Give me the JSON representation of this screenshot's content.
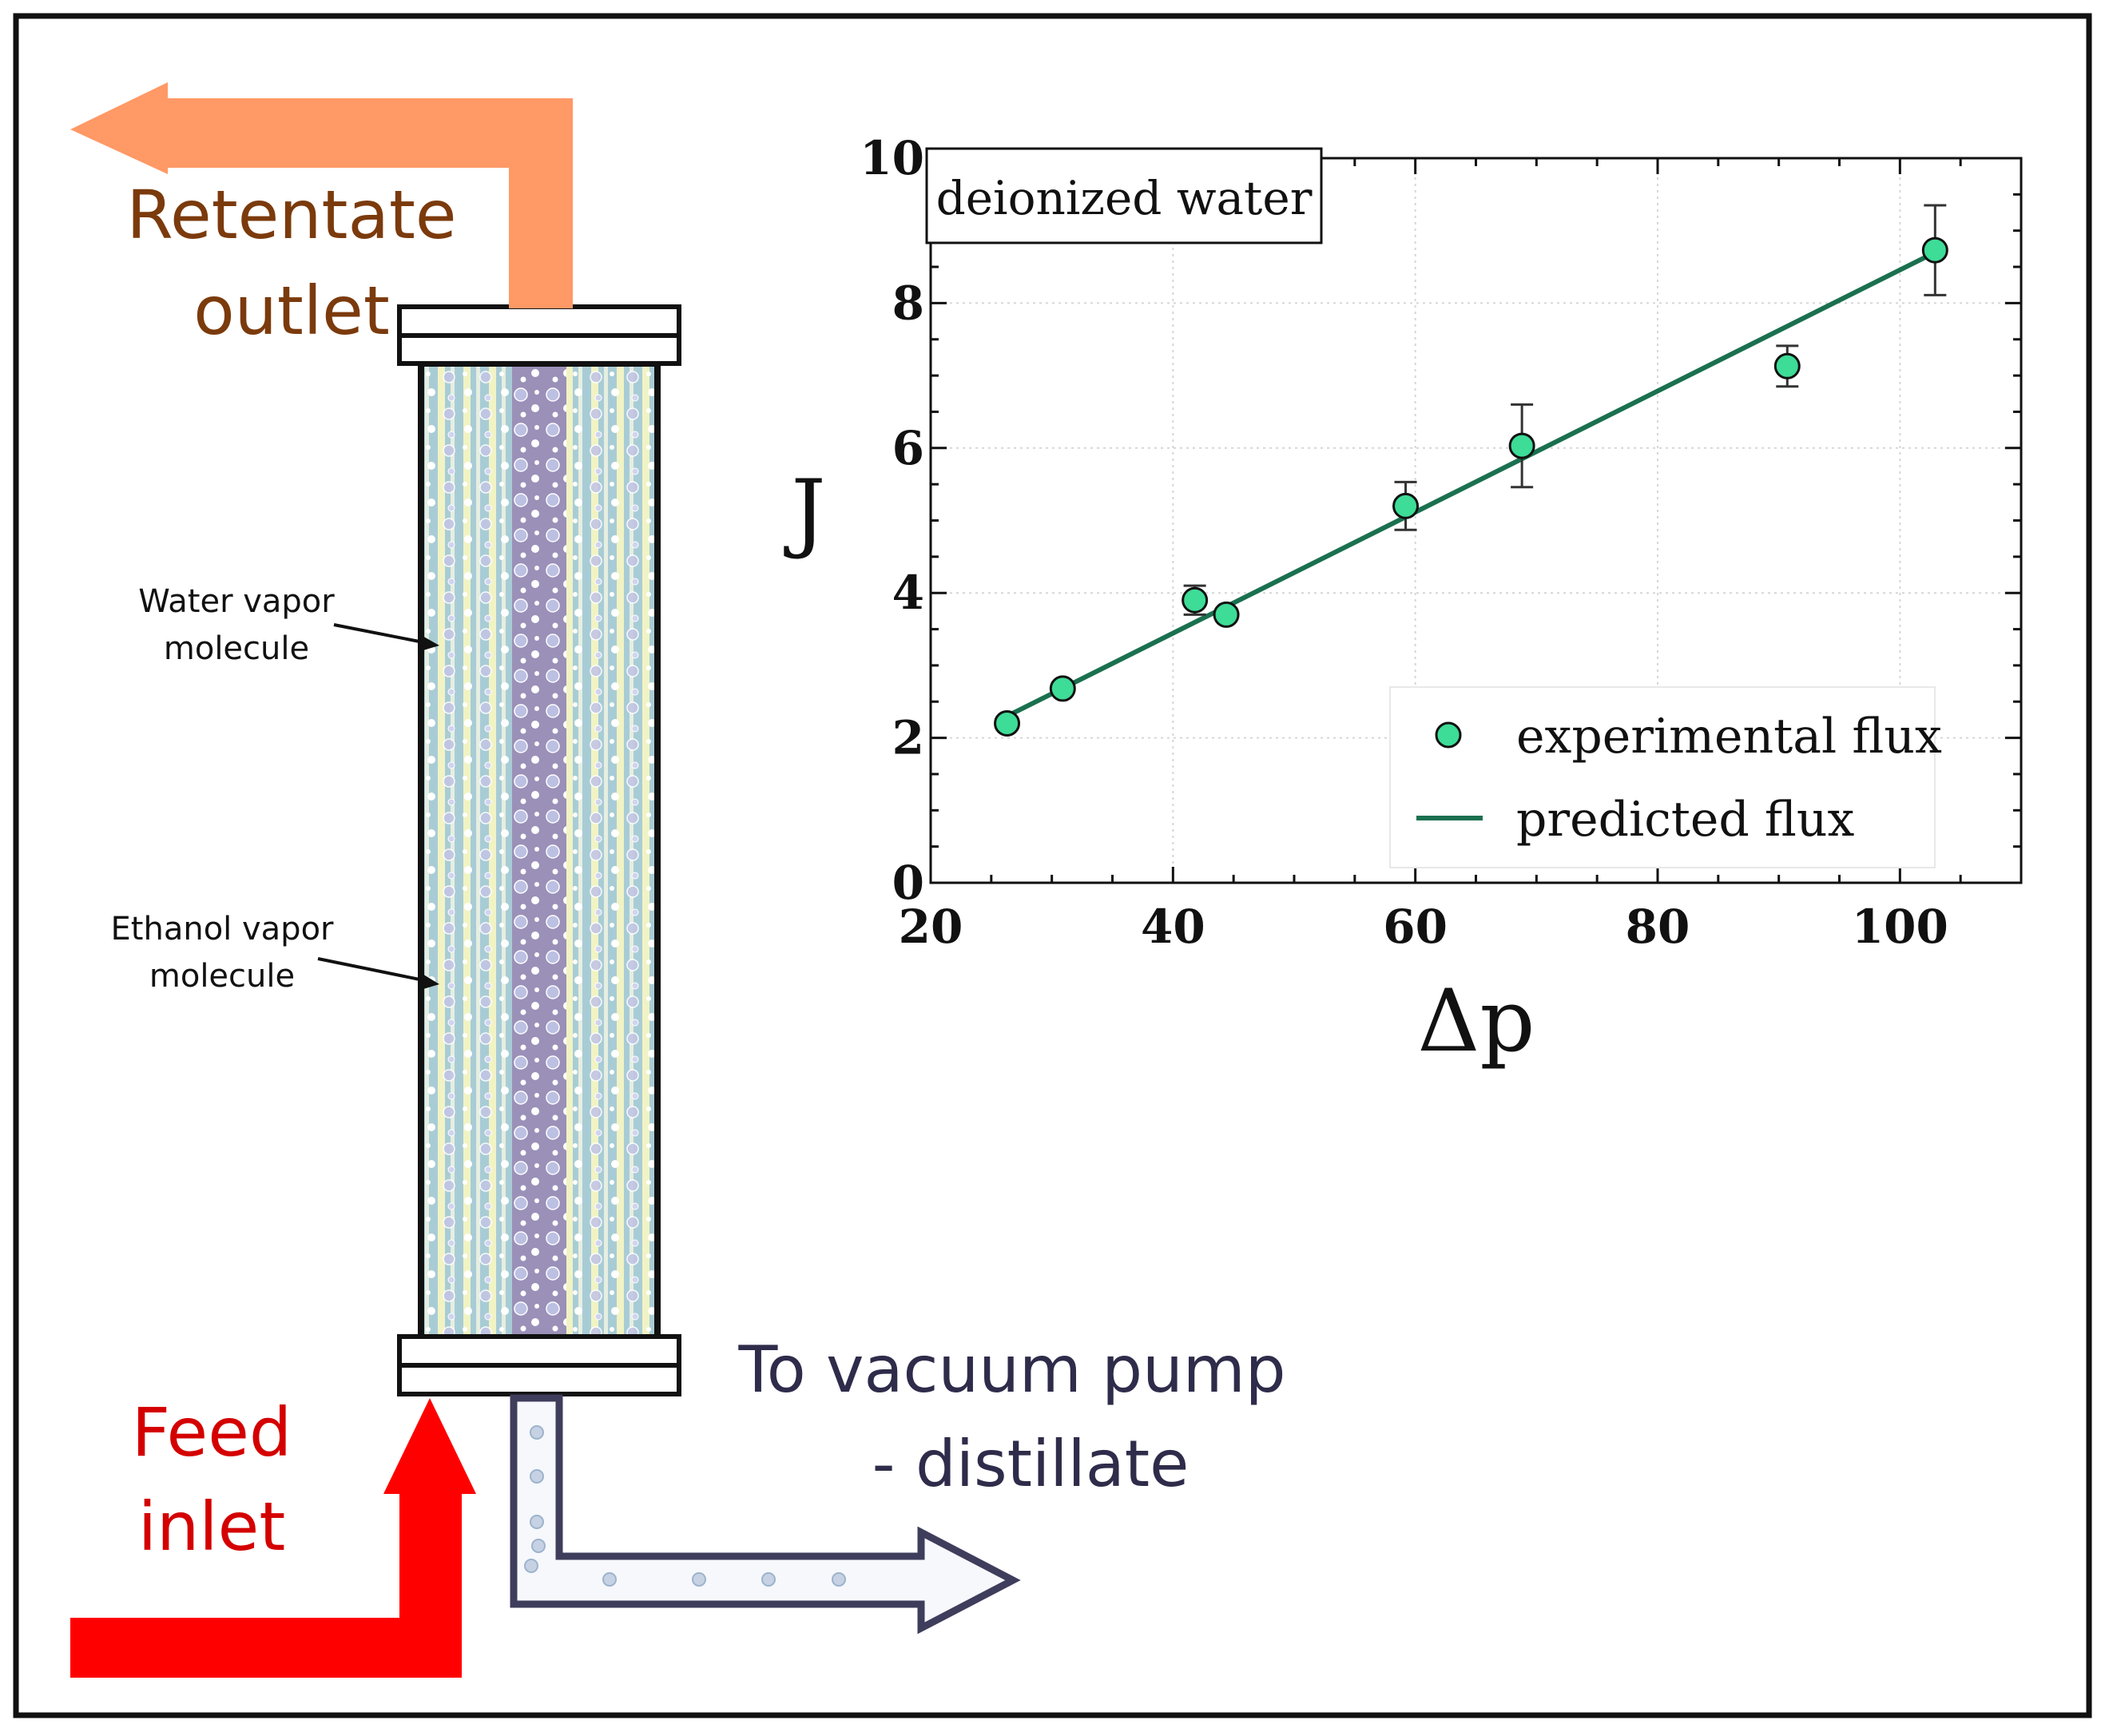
{
  "labels": {
    "retentate_line1": "Retentate",
    "retentate_line2": "outlet",
    "water_line1": "Water vapor",
    "water_line2": "molecule",
    "ethanol_line1": "Ethanol vapor",
    "ethanol_line2": "molecule",
    "feed_line1": "Feed",
    "feed_line2": "inlet",
    "vacuum_line1": "To vacuum pump",
    "vacuum_line2": "- distillate"
  },
  "colors": {
    "retentate_arrow": "#FF9966",
    "retentate_text": "#7B3A0C",
    "feed_arrow": "#FF0000",
    "feed_text": "#D40000",
    "vacuum_arrow": "#3F3D5C",
    "vacuum_text": "#2E2C4A",
    "column_fill": "#A8CCD6",
    "column_stripe": "#F1F3C4",
    "core_fill": "#9A90B8",
    "marker_fill": "#3DDC97",
    "fit_line": "#1A7050"
  },
  "icons": {
    "retentate": "retentate-arrow-icon",
    "feed": "feed-arrow-icon",
    "vacuum": "vacuum-arrow-icon",
    "column": "membrane-module-icon"
  },
  "chart_data": {
    "type": "scatter",
    "annotation": "deionized water",
    "xlabel": "Δp",
    "ylabel": "J",
    "xlim": [
      20,
      110
    ],
    "ylim": [
      0,
      10
    ],
    "xticks": [
      20,
      40,
      60,
      80,
      100
    ],
    "yticks": [
      0,
      2,
      4,
      6,
      8,
      10
    ],
    "grid": true,
    "legend_position": "bottom-right",
    "series": [
      {
        "name": "experimental flux",
        "kind": "points_with_error_bars",
        "x": [
          26.3,
          30.9,
          41.8,
          44.4,
          59.2,
          68.8,
          90.7,
          102.9
        ],
        "y": [
          2.2,
          2.68,
          3.9,
          3.7,
          5.2,
          6.03,
          7.13,
          8.73
        ],
        "error": [
          0.0,
          0.0,
          0.2,
          0.0,
          0.33,
          0.57,
          0.28,
          0.62
        ]
      },
      {
        "name": "predicted flux",
        "kind": "line",
        "x": [
          26.3,
          102.9
        ],
        "y": [
          2.3,
          8.7
        ]
      }
    ]
  }
}
